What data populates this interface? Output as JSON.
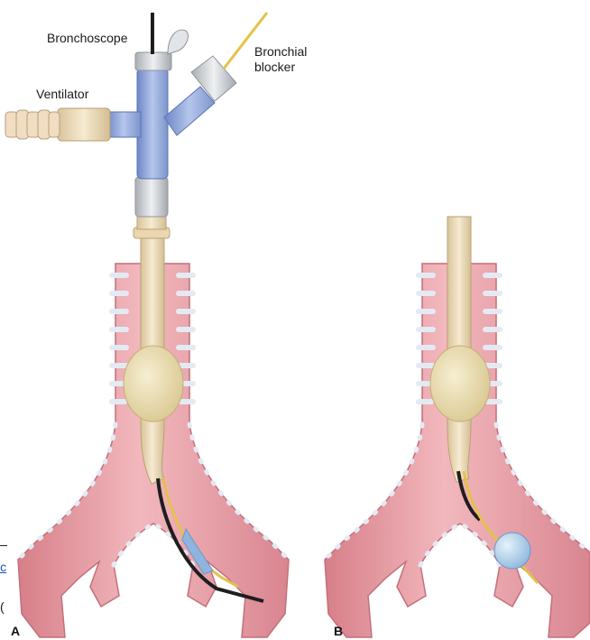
{
  "labels": {
    "bronchoscope": "Bronchoscope",
    "bronchial_blocker_line1": "Bronchial",
    "bronchial_blocker_line2": "blocker",
    "ventilator": "Ventilator"
  },
  "panels": {
    "a": "A",
    "b": "B"
  },
  "left_edge": {
    "link_fragment": "ic",
    "char_fragment": "("
  },
  "colors": {
    "trachea_fill": "#eaa1a8",
    "trachea_stroke": "#c9747e",
    "cartilage": "#dfe6f1",
    "adapter_blue": "#8ea6d6",
    "tube_beige": "#efdcb8",
    "cuff": "#ecdcae",
    "blocker_yellow": "#e7c74a",
    "scope_black": "#1e1e1e",
    "blocker_balloon": "#b8d6ec"
  }
}
